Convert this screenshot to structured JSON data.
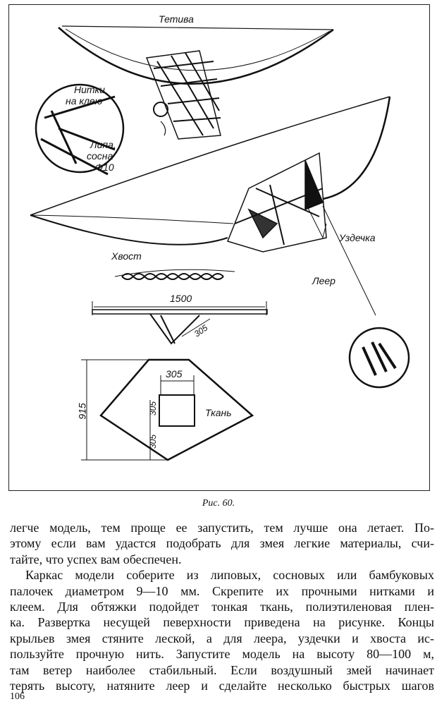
{
  "figure": {
    "labels": {
      "tetiva": "Тетива",
      "nitki1": "Нитки",
      "nitki2": "на клею",
      "lipa1": "Липа,",
      "lipa2": "сосна",
      "lipa3": "Ф10",
      "uzdechka": "Уздечка",
      "khvost": "Хвост",
      "leer": "Леер",
      "dim_1500": "1500",
      "dim_305_top": "305",
      "dim_305_box": "305",
      "dim_305_side": "305",
      "dim_305_lower": "305",
      "dim_915": "915",
      "tkan": "Ткань"
    }
  },
  "caption": "Рис. 60.",
  "body_lines": [
    "легче модель, тем проще ее запустить, тем лучше она летает. По-",
    "этому если вам удастся подобрать для змея легкие материалы, счи-",
    "тайте, что успех вам обеспечен.",
    "Каркас модели соберите из липовых, сосновых или бамбуковых",
    "палочек диаметром 9—10 мм. Скрепите их прочными нитками и",
    "клеем. Для обтяжки подойдет тонкая ткань, полиэтиленовая плен-",
    "ка. Развертка несущей певерхности приведена на рисунке. Концы",
    "крыльев змея стяните леской, а для леера, уздечки и хвоста ис-",
    "пользуйте прочную нить. Запустите модель на высоту 80—100 м,",
    "там ветер наиболее стабильный. Если воздушный змей начинает",
    "терять высоту, натяните леер и сделайте несколько быстрых шагов"
  ],
  "page_number": "106"
}
